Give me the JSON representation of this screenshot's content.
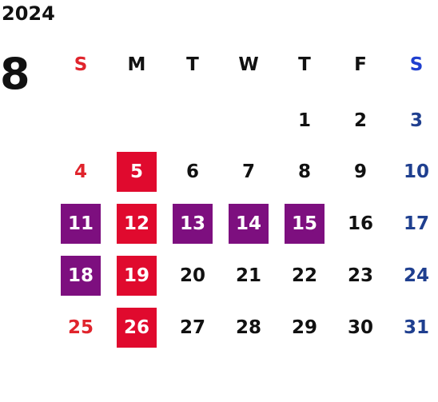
{
  "calendar": {
    "year": "2024",
    "month": "8",
    "weekdays": [
      {
        "label": "S",
        "color": "#e0242c"
      },
      {
        "label": "M",
        "color": "#111111"
      },
      {
        "label": "T",
        "color": "#111111"
      },
      {
        "label": "W",
        "color": "#111111"
      },
      {
        "label": "T",
        "color": "#111111"
      },
      {
        "label": "F",
        "color": "#111111"
      },
      {
        "label": "S",
        "color": "#1f3fcf"
      }
    ],
    "weeks": [
      [
        null,
        null,
        null,
        null,
        {
          "day": "1"
        },
        {
          "day": "2"
        },
        {
          "day": "3"
        }
      ],
      [
        {
          "day": "4"
        },
        {
          "day": "5",
          "highlight": "red"
        },
        {
          "day": "6"
        },
        {
          "day": "7"
        },
        {
          "day": "8"
        },
        {
          "day": "9"
        },
        {
          "day": "10"
        }
      ],
      [
        {
          "day": "11",
          "highlight": "purple"
        },
        {
          "day": "12",
          "highlight": "red"
        },
        {
          "day": "13",
          "highlight": "purple"
        },
        {
          "day": "14",
          "highlight": "purple"
        },
        {
          "day": "15",
          "highlight": "purple"
        },
        {
          "day": "16"
        },
        {
          "day": "17"
        }
      ],
      [
        {
          "day": "18",
          "highlight": "purple"
        },
        {
          "day": "19",
          "highlight": "red"
        },
        {
          "day": "20"
        },
        {
          "day": "21"
        },
        {
          "day": "22"
        },
        {
          "day": "23"
        },
        {
          "day": "24"
        }
      ],
      [
        {
          "day": "25"
        },
        {
          "day": "26",
          "highlight": "red"
        },
        {
          "day": "27"
        },
        {
          "day": "28"
        },
        {
          "day": "29"
        },
        {
          "day": "30"
        },
        {
          "day": "31"
        }
      ]
    ],
    "colors": {
      "sunday_text": "#e0242c",
      "saturday_text": "#1f3f8f",
      "highlight_red": "#e00a2e",
      "highlight_purple": "#7d0f7f"
    }
  }
}
